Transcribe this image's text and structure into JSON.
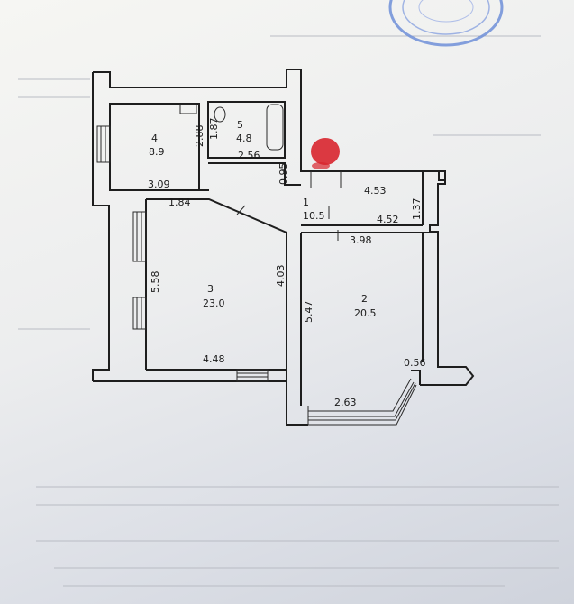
{
  "colors": {
    "ink": "#1e1e1e",
    "stamp_blue": "#6f8fd8",
    "mark_red": "#d8252d"
  },
  "rooms": [
    {
      "id": "4",
      "area": "8.9"
    },
    {
      "id": "5",
      "area": "4.8"
    },
    {
      "id": "1",
      "area": "10.5"
    },
    {
      "id": "3",
      "area": "23.0"
    },
    {
      "id": "2",
      "area": "20.5"
    }
  ],
  "dimensions": [
    "2.88",
    "1.87",
    "2.56",
    "0.95",
    "3.09",
    "1.84",
    "4.53",
    "1.37",
    "4.52",
    "3.98",
    "5.58",
    "4.03",
    "5.47",
    "4.48",
    "0.56",
    "2.63"
  ]
}
